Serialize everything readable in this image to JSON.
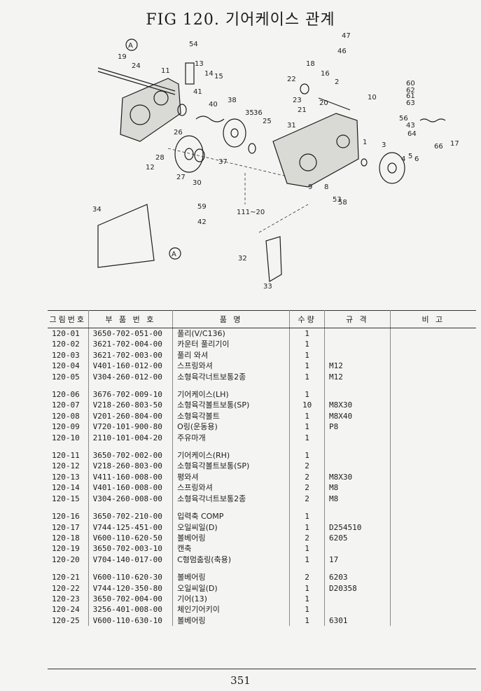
{
  "title": "FIG 120. 기어케이스 관계",
  "diagram": {
    "callouts": [
      "19",
      "24",
      "11",
      "54",
      "13",
      "14",
      "15",
      "41",
      "40",
      "38",
      "35",
      "36",
      "25",
      "26",
      "28",
      "12",
      "27",
      "30",
      "37",
      "18",
      "16",
      "22",
      "23",
      "21",
      "20",
      "31",
      "2",
      "47",
      "46",
      "10",
      "60",
      "62",
      "61",
      "63",
      "56",
      "43",
      "64",
      "66",
      "17",
      "1",
      "3",
      "4",
      "5",
      "6",
      "9",
      "8",
      "53",
      "58",
      "59",
      "42",
      "111~20",
      "34",
      "32",
      "33"
    ],
    "ref_marks": [
      "A",
      "A"
    ]
  },
  "table": {
    "headers": [
      "그림번호",
      "부 품 번 호",
      "품     명",
      "수량",
      "규 격",
      "비 고"
    ],
    "rows": [
      {
        "fig": "120-01",
        "part": "3650-702-051-00",
        "name": "풀리(V/C136)",
        "qty": "1",
        "spec": ""
      },
      {
        "fig": "120-02",
        "part": "3621-702-004-00",
        "name": "카운터 풀리기이",
        "qty": "1",
        "spec": ""
      },
      {
        "fig": "120-03",
        "part": "3621-702-003-00",
        "name": "풀리 와셔",
        "qty": "1",
        "spec": ""
      },
      {
        "fig": "120-04",
        "part": "V401-160-012-00",
        "name": "스프링와셔",
        "qty": "1",
        "spec": "M12"
      },
      {
        "fig": "120-05",
        "part": "V304-260-012-00",
        "name": "소형육각너트보통2종",
        "qty": "1",
        "spec": "M12"
      },
      {
        "gap": true
      },
      {
        "fig": "120-06",
        "part": "3676-702-009-10",
        "name": "기어케이스(LH)",
        "qty": "1",
        "spec": ""
      },
      {
        "fig": "120-07",
        "part": "V218-260-803-50",
        "name": "소형육각볼트보통(SP)",
        "qty": "10",
        "spec": "M8X30"
      },
      {
        "fig": "120-08",
        "part": "V201-260-804-00",
        "name": "소형육각볼트",
        "qty": "1",
        "spec": "M8X40"
      },
      {
        "fig": "120-09",
        "part": "V720-101-900-80",
        "name": "O링(운동용)",
        "qty": "1",
        "spec": "P8"
      },
      {
        "fig": "120-10",
        "part": "2110-101-004-20",
        "name": "주유마개",
        "qty": "1",
        "spec": ""
      },
      {
        "gap": true
      },
      {
        "fig": "120-11",
        "part": "3650-702-002-00",
        "name": "기어케이스(RH)",
        "qty": "1",
        "spec": ""
      },
      {
        "fig": "120-12",
        "part": "V218-260-803-00",
        "name": "소형육각볼트보통(SP)",
        "qty": "2",
        "spec": ""
      },
      {
        "fig": "120-13",
        "part": "V411-160-008-00",
        "name": "평와셔",
        "qty": "2",
        "spec": "M8X30"
      },
      {
        "fig": "120-14",
        "part": "V401-160-008-00",
        "name": "스프링와셔",
        "qty": "2",
        "spec": "M8"
      },
      {
        "fig": "120-15",
        "part": "V304-260-008-00",
        "name": "소형육각너트보통2종",
        "qty": "2",
        "spec": "M8"
      },
      {
        "gap": true
      },
      {
        "fig": "120-16",
        "part": "3650-702-210-00",
        "name": "입력축 COMP",
        "qty": "1",
        "spec": ""
      },
      {
        "fig": "120-17",
        "part": "V744-125-451-00",
        "name": "오일씨일(D)",
        "qty": "1",
        "spec": "D254510"
      },
      {
        "fig": "120-18",
        "part": "V600-110-620-50",
        "name": "볼베어링",
        "qty": "2",
        "spec": "6205"
      },
      {
        "fig": "120-19",
        "part": "3650-702-003-10",
        "name": "캔축",
        "qty": "1",
        "spec": ""
      },
      {
        "fig": "120-20",
        "part": "V704-140-017-00",
        "name": "C형멈춤링(축용)",
        "qty": "1",
        "spec": "17"
      },
      {
        "gap": true
      },
      {
        "fig": "120-21",
        "part": "V600-110-620-30",
        "name": "볼베어링",
        "qty": "2",
        "spec": "6203"
      },
      {
        "fig": "120-22",
        "part": "V744-120-350-80",
        "name": "오일씨일(D)",
        "qty": "1",
        "spec": "D20358"
      },
      {
        "fig": "120-23",
        "part": "3650-702-004-00",
        "name": "기어(13)",
        "qty": "1",
        "spec": ""
      },
      {
        "fig": "120-24",
        "part": "3256-401-008-00",
        "name": "체인기어키이",
        "qty": "1",
        "spec": ""
      },
      {
        "fig": "120-25",
        "part": "V600-110-630-10",
        "name": "볼베어링",
        "qty": "1",
        "spec": "6301"
      }
    ]
  },
  "page_number": "351"
}
